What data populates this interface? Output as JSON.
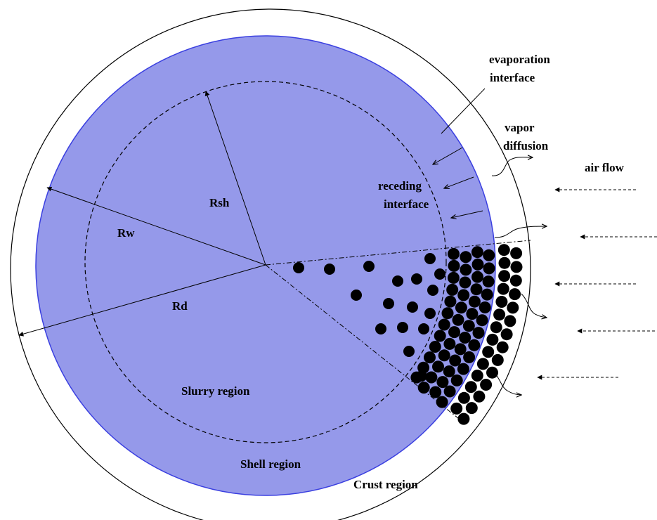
{
  "labels": {
    "evaporation_1": "evaporation",
    "evaporation_2": "interface",
    "vapor_1": "vapor",
    "vapor_2": "diffusion",
    "air_flow": "air flow",
    "receding_1": "receding",
    "receding_2": "interface",
    "rsh": "Rsh",
    "rw": "Rw",
    "rd": "Rd",
    "slurry": "Slurry region",
    "shell": "Shell region",
    "crust": "Crust region"
  },
  "colors": {
    "shell_fill": "#9599ea",
    "shell_edge": "#3a3fe0",
    "line": "#000000",
    "background": "#ffffff"
  }
}
